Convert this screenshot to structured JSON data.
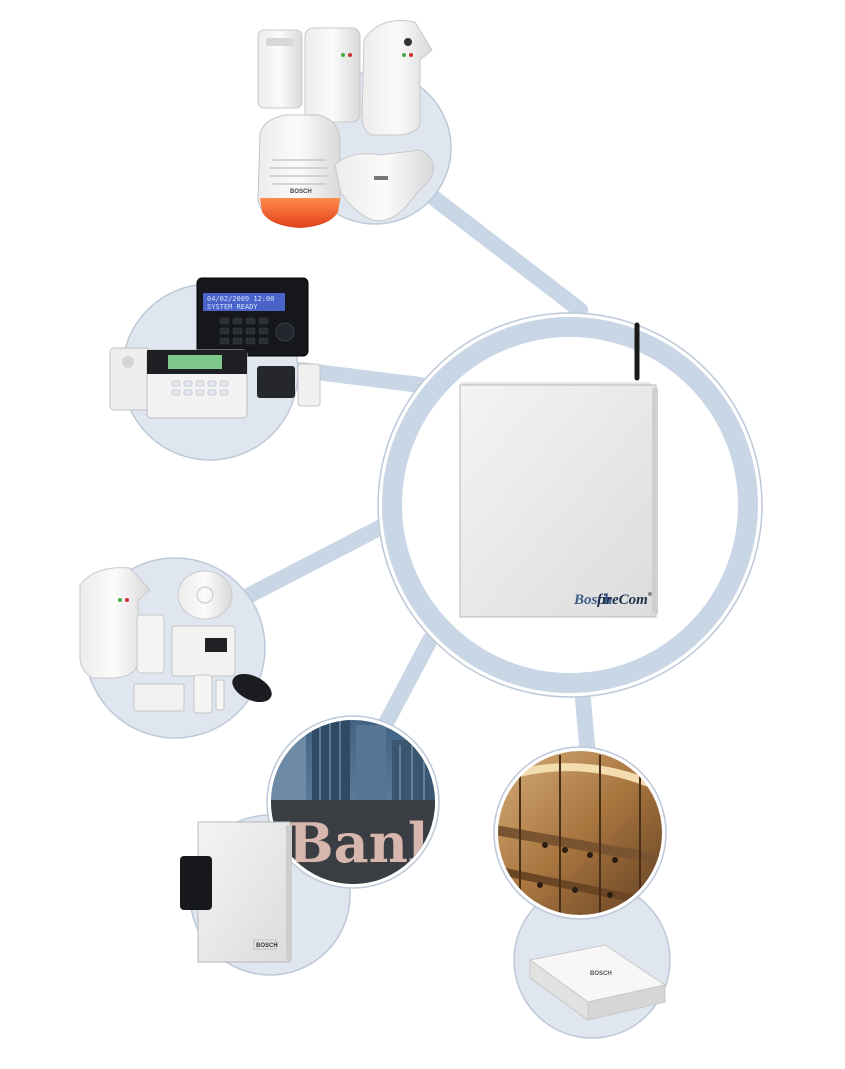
{
  "panel": {
    "brand_left": "Bosch",
    "brand_right": "fireCom"
  },
  "keypad": {
    "display_line1": "04/02/2009 12:00",
    "display_line2": "SYSTEM READY"
  },
  "building": {
    "sign_text": "Bank"
  },
  "devices": {
    "siren_label": "BOSCH",
    "enclosure_label": "BOSCH",
    "module_label": "BOSCH"
  },
  "colors": {
    "connector": "#c9d6e6",
    "ring_outline": "#bdc8d8",
    "siren_orange": "#f2602a",
    "keypad_black": "#15171c",
    "keypad_screen": "#4a63c8"
  }
}
